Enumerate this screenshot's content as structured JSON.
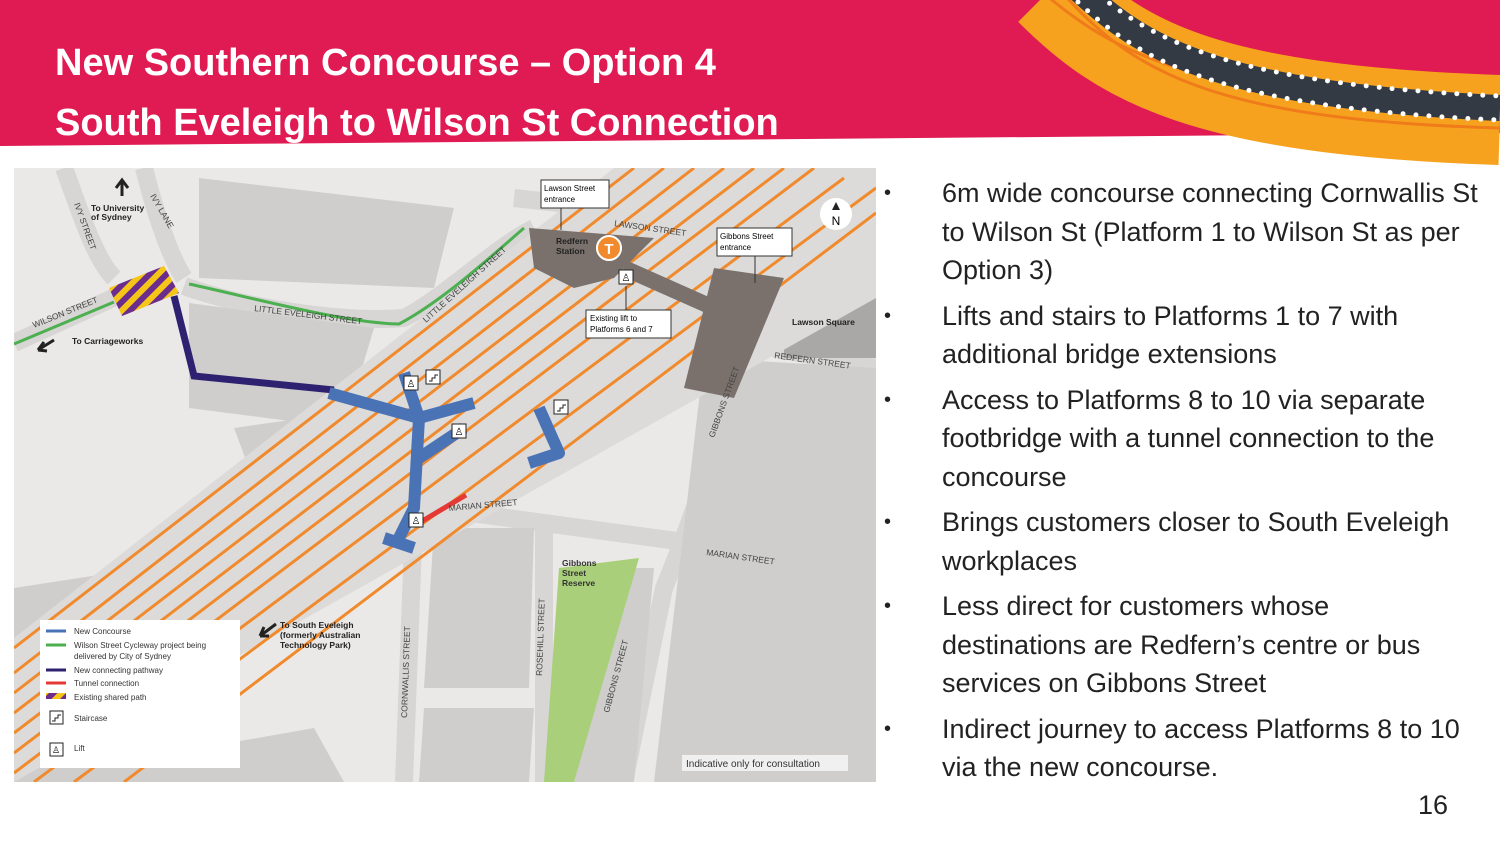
{
  "header": {
    "title_line1": "New Southern Concourse – Option 4",
    "title_line2": "South Eveleigh to Wilson St Connection",
    "accent_color": "#e01a52"
  },
  "map": {
    "labels": {
      "to_university": "To University",
      "of_sydney": "of Sydney",
      "ivy_street": "IVY STREET",
      "ivy_lane": "IVY LANE",
      "wilson_street": "WILSON STREET",
      "to_carriageworks": "To Carriageworks",
      "little_eveleigh_street": "LITTLE EVELEIGH STREET",
      "little_eveleigh_street_2": "LITTLE EVELEIGH STREET",
      "lawson_street": "LAWSON STREET",
      "redfern": "Redfern",
      "station": "Station",
      "lawson_square": "Lawson Square",
      "redfern_street": "REDFERN STREET",
      "gibbons_street": "GIBBONS STREET",
      "gibbons_street_2": "GIBBONS STREET",
      "marian_street": "MARIAN STREET",
      "marian_street_2": "MARIAN STREET",
      "gibbons_street_reserve_1": "Gibbons",
      "gibbons_street_reserve_2": "Street",
      "gibbons_street_reserve_3": "Reserve",
      "rosehill_street": "ROSEHILL STREET",
      "cornwallis_street": "CORNWALLIS STREET",
      "to_south_eveleigh_1": "To South Eveleigh",
      "to_south_eveleigh_2": "(formerly Australian",
      "to_south_eveleigh_3": "Technology Park)",
      "north": "N",
      "station_icon": "T",
      "disclaimer": "Indicative only for consultation"
    },
    "callouts": {
      "lawson_entrance_1": "Lawson Street",
      "lawson_entrance_2": "entrance",
      "gibbons_entrance_1": "Gibbons Street",
      "gibbons_entrance_2": "entrance",
      "existing_lift_1": "Existing lift to",
      "existing_lift_2": "Platforms 6 and 7"
    },
    "legend": [
      {
        "label": "New Concourse",
        "color": "#4a73b5"
      },
      {
        "label": "Wilson Street Cycleway project being",
        "label2": "delivered by City of Sydney",
        "color": "#4caf50"
      },
      {
        "label": "New connecting pathway",
        "color": "#2e2270"
      },
      {
        "label": "Tunnel connection",
        "color": "#e53935"
      },
      {
        "label": "Existing shared path",
        "color": "#f5c518"
      },
      {
        "label": "Staircase"
      },
      {
        "label": "Lift"
      }
    ]
  },
  "bullets": [
    "6m wide concourse connecting Cornwallis St to Wilson St (Platform 1 to Wilson St as per Option 3)",
    "Lifts and stairs to Platforms 1 to 7 with additional bridge extensions",
    "Access to Platforms 8 to 10 via separate footbridge with a tunnel connection to the concourse",
    "Brings customers closer to South Eveleigh workplaces",
    "Less direct for customers whose destinations are Redfern’s centre or bus services on Gibbons Street",
    "Indirect journey to access Platforms 8 to 10 via the new concourse."
  ],
  "page_number": "16"
}
